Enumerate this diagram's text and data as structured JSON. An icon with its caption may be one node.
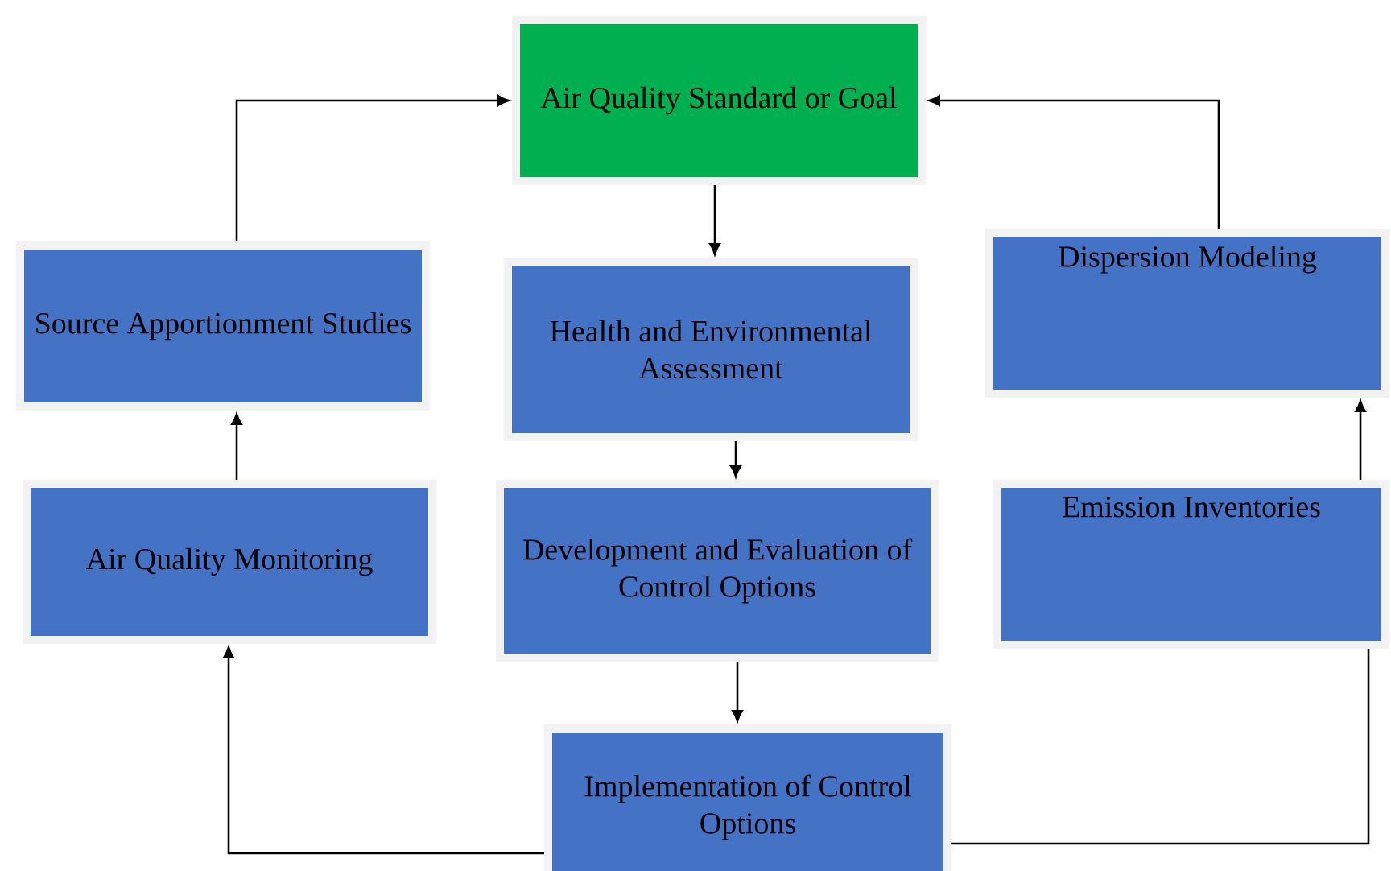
{
  "diagram": {
    "nodes": [
      {
        "text": [
          "Air Quality Standard or Goal"
        ]
      },
      {
        "text": [
          "Source Apportionment Studies"
        ]
      },
      {
        "text": [
          "Health and Environmental Assessment"
        ]
      },
      {
        "text": [
          "Dispersion Modeling"
        ]
      },
      {
        "text": [
          "Air Quality Monitoring"
        ]
      },
      {
        "text": [
          "Development and Evaluation of Control Options"
        ]
      },
      {
        "text": [
          "Emission Inventories"
        ]
      },
      {
        "text": [
          "Implementation of Control Options"
        ]
      }
    ],
    "edges": [
      {
        "from": 1,
        "to": 0,
        "arrow": "to"
      },
      {
        "from": 3,
        "to": 0,
        "arrow": "to"
      },
      {
        "from": 0,
        "to": 2,
        "arrow": "to"
      },
      {
        "from": 4,
        "to": 1,
        "arrow": "to"
      },
      {
        "from": 2,
        "to": 5,
        "arrow": "to"
      },
      {
        "from": 6,
        "to": 3,
        "arrow": "to"
      },
      {
        "from": 5,
        "to": 7,
        "arrow": "to"
      },
      {
        "from": 7,
        "to": 4,
        "arrow": "to"
      },
      {
        "from": 7,
        "to": 6,
        "arrow": "none"
      }
    ]
  }
}
